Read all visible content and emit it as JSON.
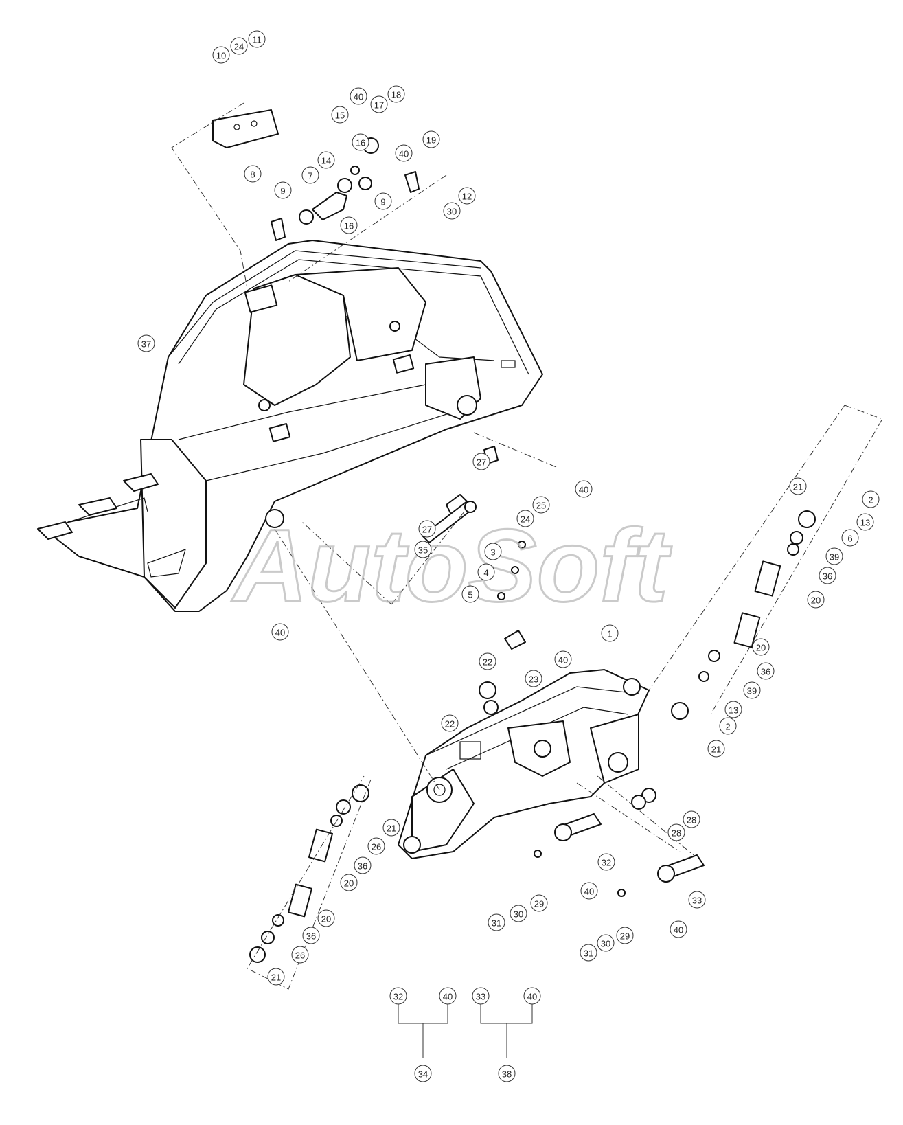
{
  "watermark": "AutoSoft",
  "callouts": [
    {
      "id": "c1",
      "label": "10"
    },
    {
      "id": "c2",
      "label": "24"
    },
    {
      "id": "c3",
      "label": "11"
    },
    {
      "id": "c4",
      "label": "8"
    },
    {
      "id": "c5",
      "label": "40"
    },
    {
      "id": "c6",
      "label": "18"
    },
    {
      "id": "c7",
      "label": "17"
    },
    {
      "id": "c8",
      "label": "15"
    },
    {
      "id": "c9",
      "label": "19"
    },
    {
      "id": "c10",
      "label": "16"
    },
    {
      "id": "c11",
      "label": "40"
    },
    {
      "id": "c12",
      "label": "14"
    },
    {
      "id": "c13",
      "label": "7"
    },
    {
      "id": "c14",
      "label": "9"
    },
    {
      "id": "c15",
      "label": "9"
    },
    {
      "id": "c16",
      "label": "16"
    },
    {
      "id": "c17",
      "label": "12"
    },
    {
      "id": "c18",
      "label": "30"
    },
    {
      "id": "c19",
      "label": "37"
    },
    {
      "id": "c20",
      "label": "40"
    },
    {
      "id": "c21",
      "label": "27"
    },
    {
      "id": "c22",
      "label": "25"
    },
    {
      "id": "c23",
      "label": "24"
    },
    {
      "id": "c24",
      "label": "27"
    },
    {
      "id": "c25",
      "label": "35"
    },
    {
      "id": "c26",
      "label": "3"
    },
    {
      "id": "c27",
      "label": "4"
    },
    {
      "id": "c28",
      "label": "5"
    },
    {
      "id": "c29",
      "label": "40"
    },
    {
      "id": "c30",
      "label": "21"
    },
    {
      "id": "c31",
      "label": "2"
    },
    {
      "id": "c32",
      "label": "13"
    },
    {
      "id": "c33",
      "label": "6"
    },
    {
      "id": "c34",
      "label": "39"
    },
    {
      "id": "c35",
      "label": "36"
    },
    {
      "id": "c36",
      "label": "20"
    },
    {
      "id": "c37",
      "label": "20"
    },
    {
      "id": "c38",
      "label": "1"
    },
    {
      "id": "c39",
      "label": "40"
    },
    {
      "id": "c40",
      "label": "23"
    },
    {
      "id": "c41",
      "label": "22"
    },
    {
      "id": "c42",
      "label": "22"
    },
    {
      "id": "c43",
      "label": "36"
    },
    {
      "id": "c44",
      "label": "39"
    },
    {
      "id": "c45",
      "label": "13"
    },
    {
      "id": "c46",
      "label": "2"
    },
    {
      "id": "c47",
      "label": "21"
    },
    {
      "id": "c48",
      "label": "28"
    },
    {
      "id": "c49",
      "label": "28"
    },
    {
      "id": "c50",
      "label": "21"
    },
    {
      "id": "c51",
      "label": "26"
    },
    {
      "id": "c52",
      "label": "36"
    },
    {
      "id": "c53",
      "label": "20"
    },
    {
      "id": "c54",
      "label": "20"
    },
    {
      "id": "c55",
      "label": "36"
    },
    {
      "id": "c56",
      "label": "26"
    },
    {
      "id": "c57",
      "label": "21"
    },
    {
      "id": "c58",
      "label": "32"
    },
    {
      "id": "c59",
      "label": "40"
    },
    {
      "id": "c60",
      "label": "29"
    },
    {
      "id": "c61",
      "label": "30"
    },
    {
      "id": "c62",
      "label": "31"
    },
    {
      "id": "c63",
      "label": "33"
    },
    {
      "id": "c64",
      "label": "40"
    },
    {
      "id": "c65",
      "label": "29"
    },
    {
      "id": "c66",
      "label": "30"
    },
    {
      "id": "c67",
      "label": "31"
    },
    {
      "id": "c68",
      "label": "32"
    },
    {
      "id": "c69",
      "label": "40"
    },
    {
      "id": "c70",
      "label": "33"
    },
    {
      "id": "c71",
      "label": "40"
    },
    {
      "id": "c72",
      "label": "34"
    },
    {
      "id": "c73",
      "label": "38"
    }
  ]
}
